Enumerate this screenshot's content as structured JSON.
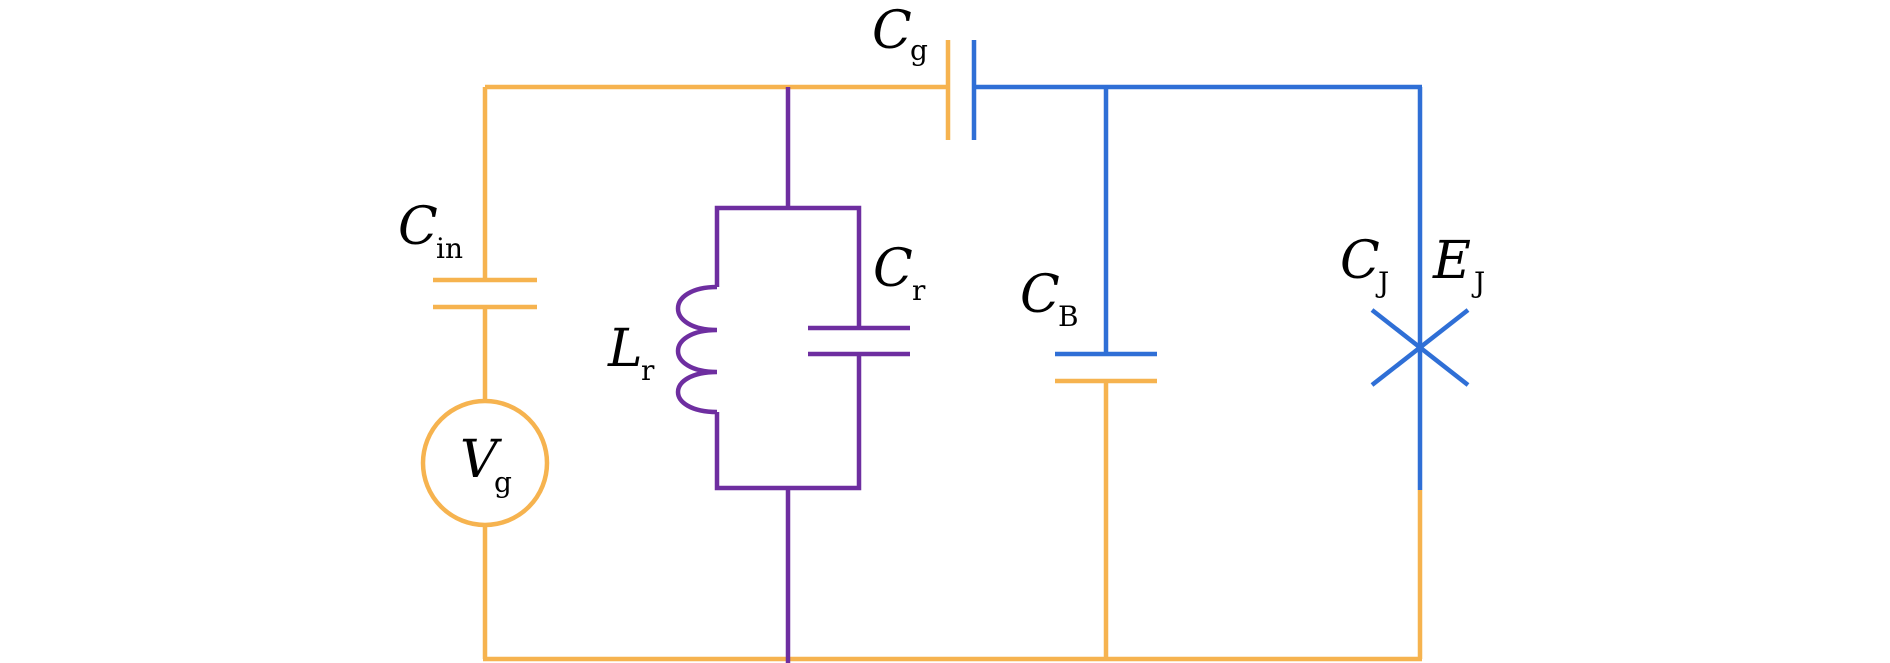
{
  "diagram": {
    "colors": {
      "source_branch": "#F6B34F",
      "resonator": "#6E2EA0",
      "qubit": "#2F6FD6",
      "text": "#000000"
    },
    "labels": {
      "c_in": {
        "main": "C",
        "sub": "in"
      },
      "v_g": {
        "main": "V",
        "sub": "g"
      },
      "l_r": {
        "main": "L",
        "sub": "r"
      },
      "c_r": {
        "main": "C",
        "sub": "r"
      },
      "c_g": {
        "main": "C",
        "sub": "g"
      },
      "c_b": {
        "main": "C",
        "sub": "B"
      },
      "c_j": {
        "main": "C",
        "sub": "J"
      },
      "e_j": {
        "main": "E",
        "sub": "J"
      }
    }
  }
}
